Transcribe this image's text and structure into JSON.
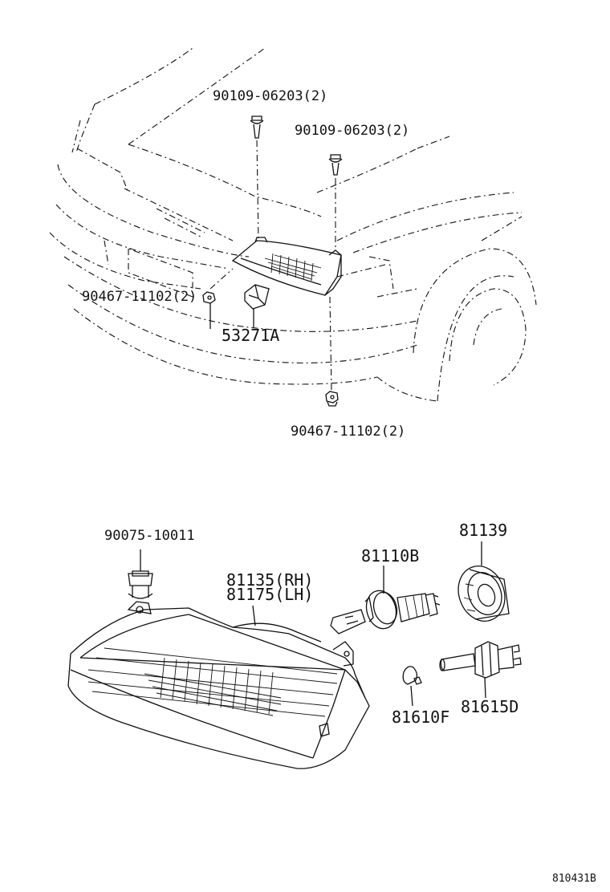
{
  "labels": {
    "clip_upper_left": "90109-06203(2)",
    "clip_upper_right": "90109-06203(2)",
    "nut_left": "90467-11102(2)",
    "bracket": "53271A",
    "nut_lower": "90467-11102(2)",
    "screw": "90075-10011",
    "headlamp_rh": "81135(RH)",
    "headlamp_lh": "81175(LH)",
    "bulb": "81110B",
    "socket_cover": "81139",
    "side_bulb": "81610F",
    "side_socket": "81615D",
    "diagram_code": "810431B"
  }
}
